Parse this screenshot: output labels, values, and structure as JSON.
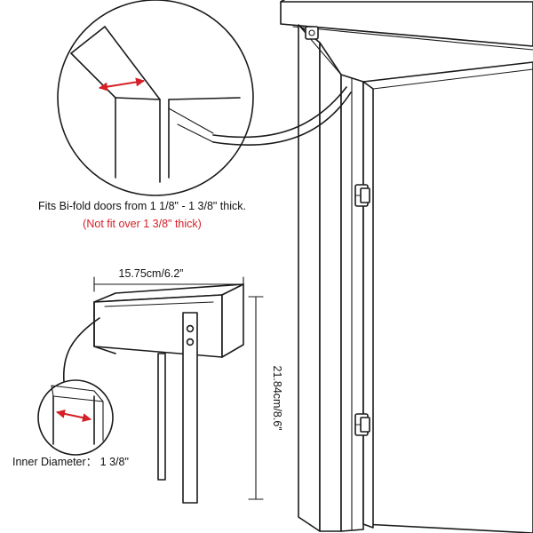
{
  "description": {
    "fit_text": "Fits Bi-fold doors from 1 1/8\" - 1 3/8\" thick.",
    "warning_text": "(Not fit over 1 3/8\" thick)"
  },
  "dimensions": {
    "width_label": "15.75cm/6.2”",
    "height_label": "21.84cm/8.6”"
  },
  "inner": {
    "label": "Inner Diameter： 1 3/8\""
  },
  "colors": {
    "line": "#1a1a1a",
    "accent_red": "#d61f26",
    "background": "#ffffff"
  }
}
